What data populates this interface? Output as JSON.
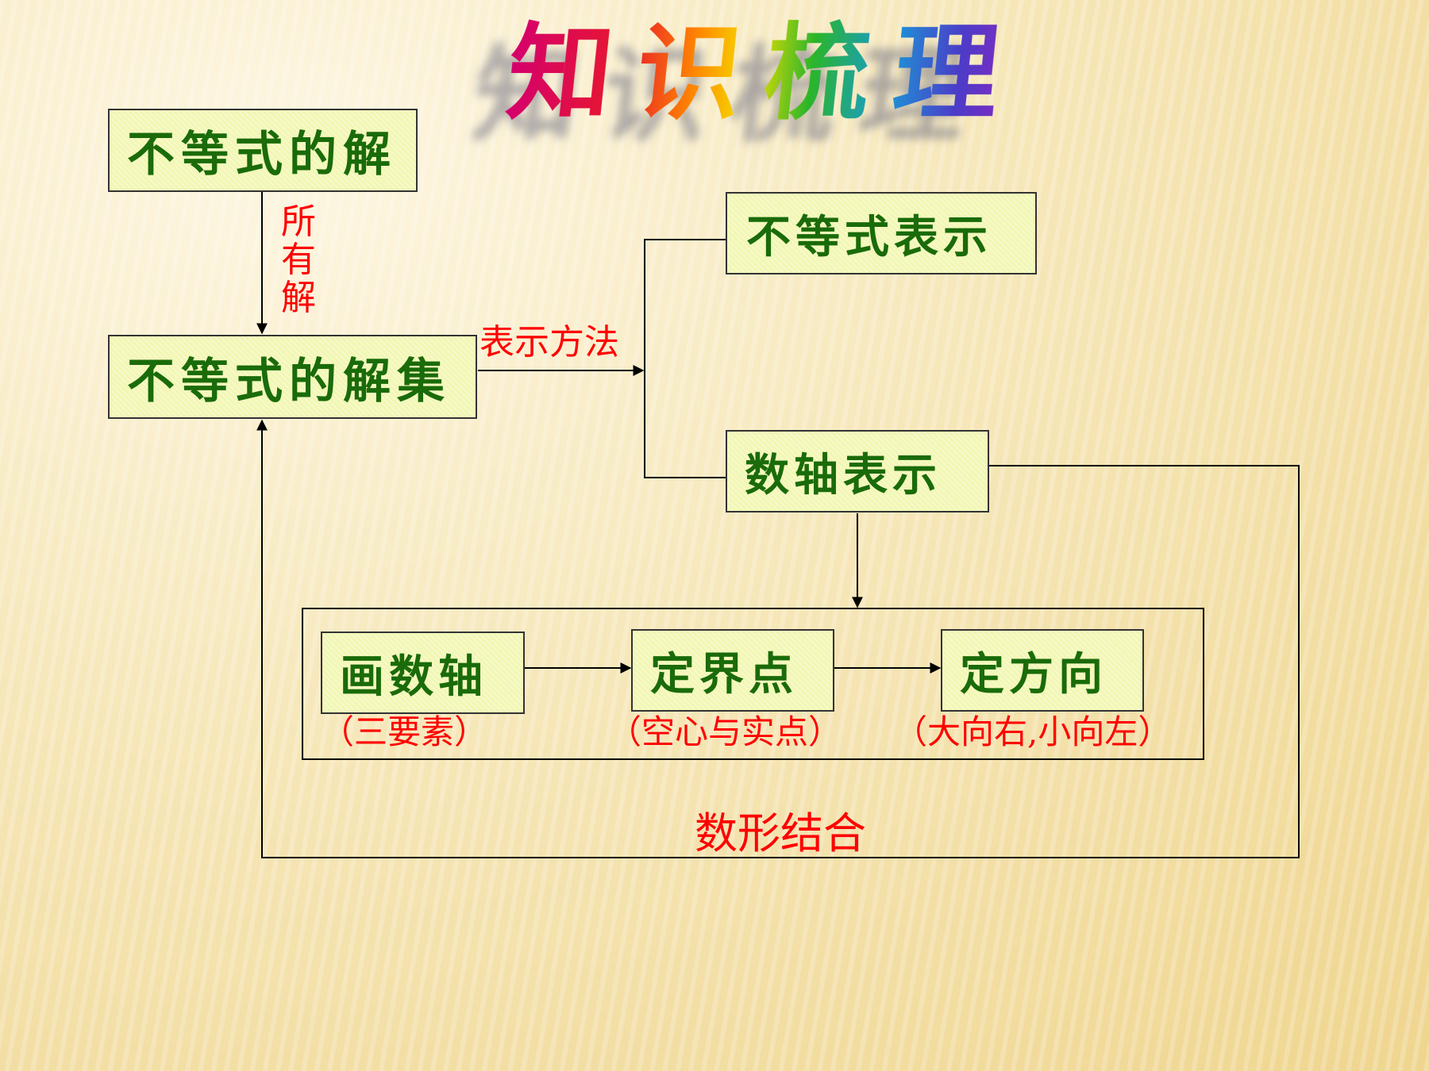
{
  "title": "知识梳理",
  "nodes": {
    "solution": "不等式的解",
    "solution_set": "不等式的解集",
    "inequality_repr": "不等式表示",
    "number_line_repr": "数轴表示",
    "draw_axis": "画数轴",
    "set_boundary": "定界点",
    "set_direction": "定方向"
  },
  "labels": {
    "all_solutions": "所有解",
    "methods": "表示方法",
    "three_elements": "（三要素）",
    "hollow_solid": "（空心与实点）",
    "direction_rule": "（大向右,小向左）",
    "number_shape": "数形结合"
  },
  "colors": {
    "box_fill": "#f2f7b4",
    "box_text": "#1a6b0a",
    "label_text": "#ff0000",
    "line": "#000000"
  }
}
